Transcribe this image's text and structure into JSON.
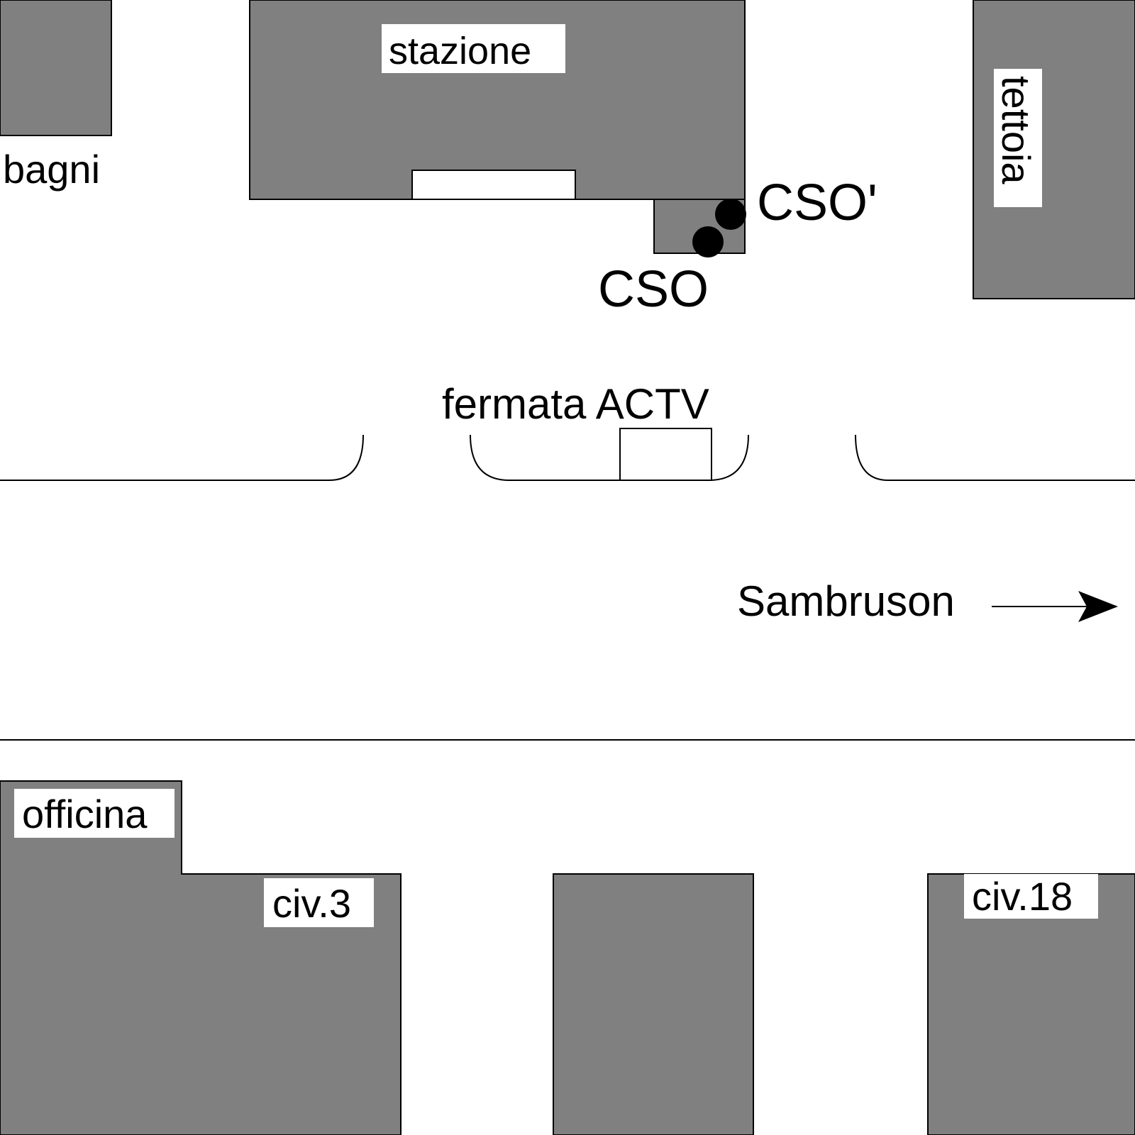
{
  "map": {
    "labels": {
      "stazione": "stazione",
      "bagni": "bagni",
      "tettoia": "tettoia",
      "cso": "CSO",
      "cso_prime": "CSO'",
      "fermata": "fermata ACTV",
      "sambruson": "Sambruson",
      "officina": "officina",
      "civ3": "civ.3",
      "civ18": "civ.18"
    },
    "colors": {
      "building": "#808080",
      "outline": "#000000",
      "background": "#ffffff",
      "label_background": "#ffffff"
    },
    "symbols": {
      "direction": "arrow-right-icon",
      "discharge_points": "dot-marker"
    }
  }
}
